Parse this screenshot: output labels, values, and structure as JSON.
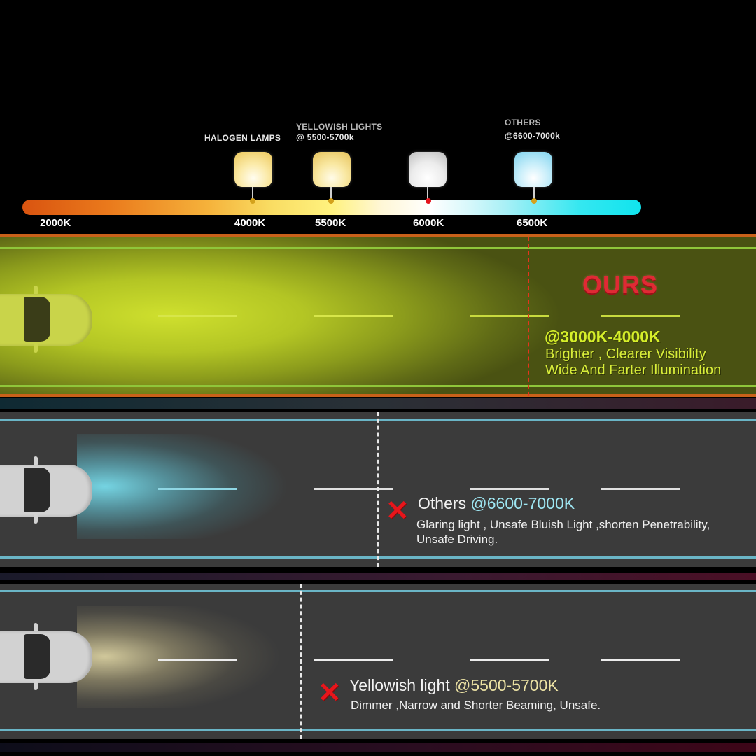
{
  "scale": {
    "lamps": [
      {
        "label_line1": "HALOGEN LAMPS",
        "label_line2": "",
        "kelvin": "4000K",
        "lamp_color": "#f7df95",
        "dot_color": "#d4a21c"
      },
      {
        "label_line1": "YELLOWISH LIGHTS",
        "label_line2": "@ 5500-5700k",
        "kelvin": "5500K",
        "lamp_color": "#f6e092",
        "dot_color": "#d4a21c"
      },
      {
        "label_line1": "",
        "label_line2": "",
        "kelvin": "6000K",
        "lamp_color": "#e8e8e8",
        "dot_color": "#e5131b"
      },
      {
        "label_line1": "OTHERS",
        "label_line2": "@6600-7000k",
        "kelvin": "6500K",
        "lamp_color": "#a8e3f5",
        "dot_color": "#d4a21c"
      }
    ],
    "start_label": "2000K",
    "gradient_colors": [
      "#d95410",
      "#f9dc62",
      "#ffffff",
      "#10e4ee"
    ]
  },
  "panels": {
    "ours": {
      "title": "OURS",
      "range": "@3000K-4000K",
      "desc_line1": "Brighter , Clearer Visibility",
      "desc_line2": "Wide And Farter Illumination",
      "title_color": "#e02a34",
      "text_color": "#d6ef2a",
      "beam_color": "#cfe02e"
    },
    "others": {
      "x_icon": "✕",
      "title_prefix": "Others ",
      "title_range": "@6600-7000K",
      "desc_line1": "Glaring light , Unsafe Bluish Light ,shorten Penetrability,",
      "desc_line2": "Unsafe Driving.",
      "range_color": "#9ee6f2",
      "beam_color": "#78dceb"
    },
    "yellowish": {
      "x_icon": "✕",
      "title_prefix": "Yellowish light ",
      "title_range": "@5500-5700K",
      "desc_line1": "Dimmer ,Narrow and Shorter Beaming, Unsafe.",
      "range_color": "#ece2a4",
      "beam_color": "#e1d7a5"
    }
  }
}
